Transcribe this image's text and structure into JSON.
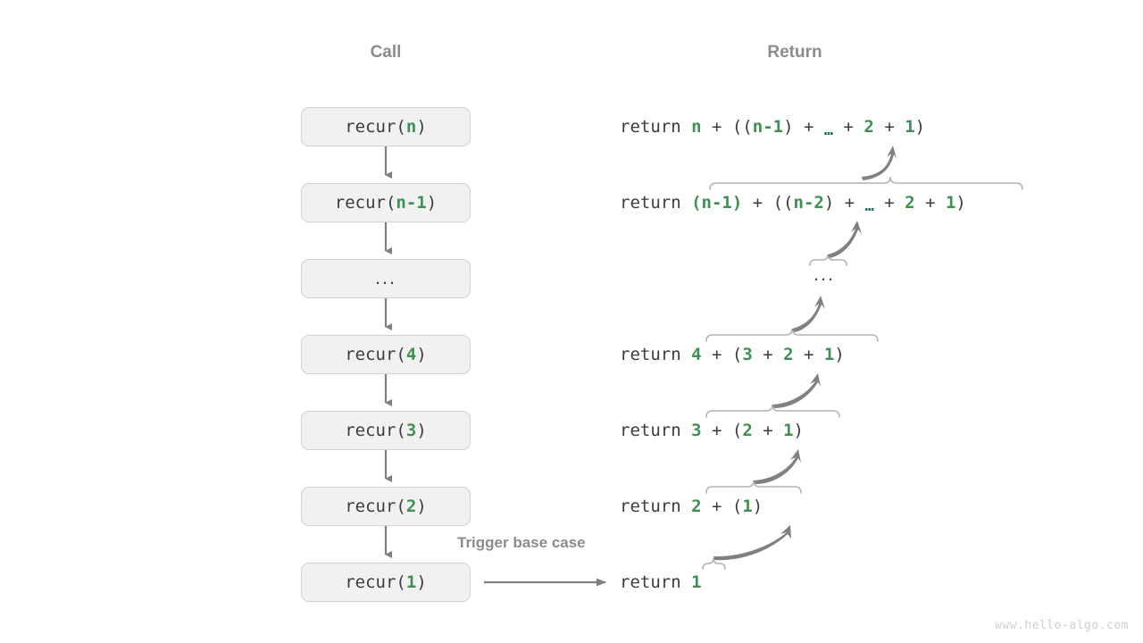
{
  "headers": {
    "call": "Call",
    "return": "Return"
  },
  "colors": {
    "green": "#3f9153",
    "text": "#3c3c3c",
    "gray": "#8c8c8c",
    "box_fill": "#f1f1f1",
    "box_border": "#d2d2d2",
    "arrow": "#808080",
    "brace": "#b4b4b4",
    "ellipsis_teal": "#1d6f6a",
    "watermark": "#cfcfcf"
  },
  "call_column": {
    "boxes": [
      {
        "name": "recur-n",
        "prefix": "recur(",
        "arg": "n",
        "suffix": ")",
        "full": "recur(n)"
      },
      {
        "name": "recur-n1",
        "prefix": "recur(",
        "arg": "n-1",
        "suffix": ")",
        "full": "recur(n-1)"
      },
      {
        "name": "ellipsis",
        "prefix": "",
        "arg": "",
        "suffix": "",
        "full": "..."
      },
      {
        "name": "recur-4",
        "prefix": "recur(",
        "arg": "4",
        "suffix": ")",
        "full": "recur(4)"
      },
      {
        "name": "recur-3",
        "prefix": "recur(",
        "arg": "3",
        "suffix": ")",
        "full": "recur(3)"
      },
      {
        "name": "recur-2",
        "prefix": "recur(",
        "arg": "2",
        "suffix": ")",
        "full": "recur(2)"
      },
      {
        "name": "recur-1",
        "prefix": "recur(",
        "arg": "1",
        "suffix": ")",
        "full": "recur(1)"
      }
    ]
  },
  "return_column": {
    "keyword": "return",
    "lines": [
      {
        "name": "return-n",
        "text": "return n + ((n-1) + … + 2 + 1)"
      },
      {
        "name": "return-n1",
        "text": "return (n-1) + ((n-2) + … + 2 + 1)"
      },
      {
        "name": "return-dots",
        "text": "..."
      },
      {
        "name": "return-4",
        "text": "return 4 + (3 + 2 + 1)"
      },
      {
        "name": "return-3",
        "text": "return 3 + (2 + 1)"
      },
      {
        "name": "return-2",
        "text": "return 2 + (1)"
      },
      {
        "name": "return-1",
        "text": "return 1"
      }
    ]
  },
  "annotations": {
    "trigger_base_case": "Trigger base case"
  },
  "watermark": "www.hello-algo.com"
}
